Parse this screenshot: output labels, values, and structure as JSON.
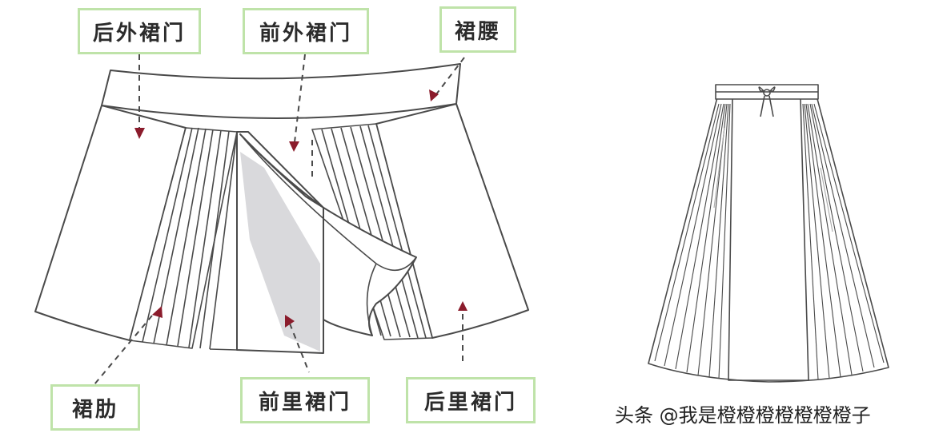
{
  "labels": {
    "back_outer_panel": "后外裙门",
    "front_outer_panel": "前外裙门",
    "waistband": "裙腰",
    "side_rib": "裙肋",
    "front_inner_panel": "前里裙门",
    "back_inner_panel": "后里裙门"
  },
  "watermark": "头条 @我是橙橙橙橙橙橙橙子",
  "colors": {
    "line": "#4a4a4a",
    "arrow": "#8b1c2c",
    "box_border": "#bfe3a9",
    "shading": "#d9d9dc"
  }
}
